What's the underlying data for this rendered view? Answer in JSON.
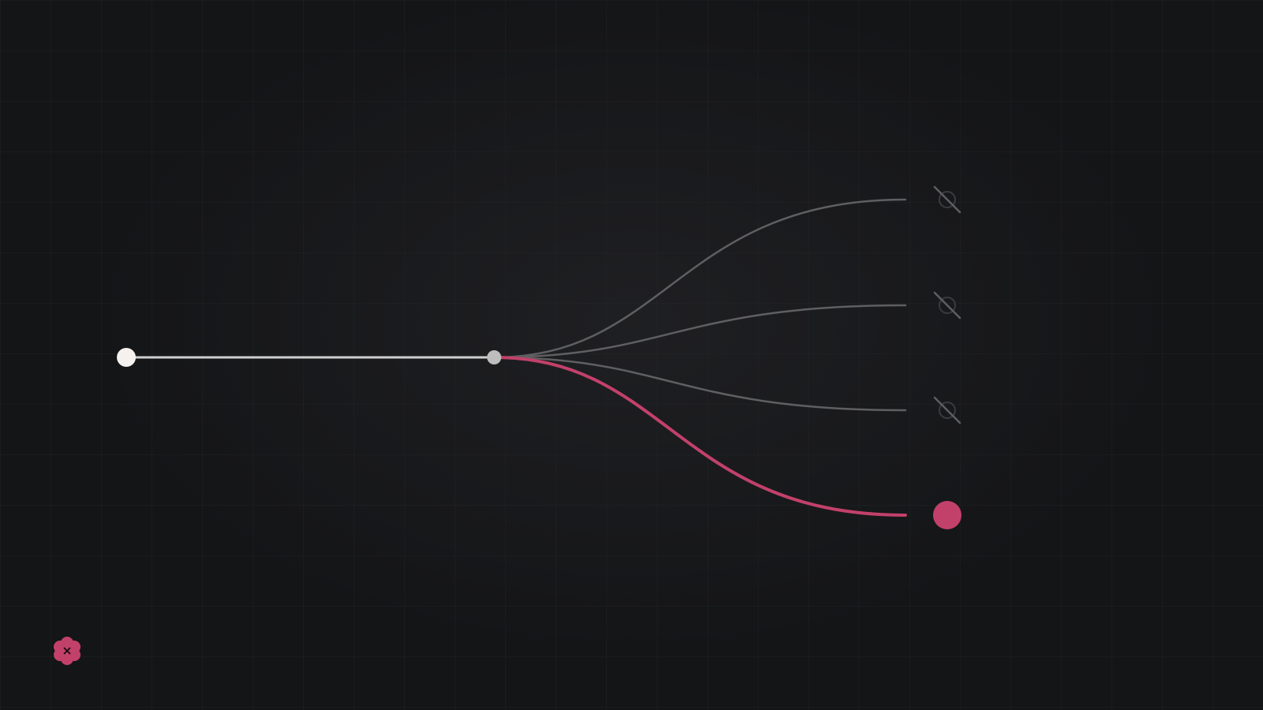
{
  "colors": {
    "background": "#141517",
    "trunk": "#cfcfcf",
    "start_node": "#f5f1ef",
    "split_node": "#bdbdbd",
    "inactive_branch": "#5f5f61",
    "active_branch": "#c2416a",
    "logo": "#c2416a"
  },
  "branches": [
    {
      "state": "disabled",
      "icon": "disabled-circle-icon"
    },
    {
      "state": "disabled",
      "icon": "disabled-circle-icon"
    },
    {
      "state": "disabled",
      "icon": "disabled-circle-icon"
    },
    {
      "state": "active",
      "icon": "filled-circle-icon"
    }
  ],
  "logo": {
    "icon": "flower-x-icon"
  }
}
